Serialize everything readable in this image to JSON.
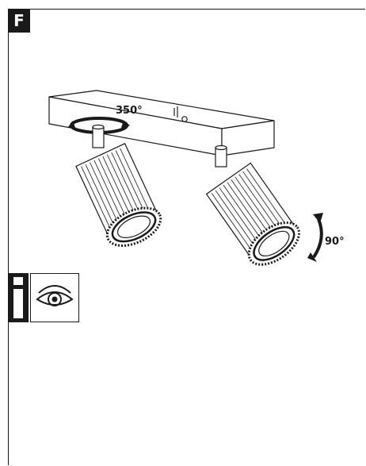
{
  "figure": {
    "section_letter": "F",
    "rotation_label": "350°",
    "tilt_label": "90°"
  },
  "colors": {
    "ink": "#1a1a1a",
    "paper": "#ffffff"
  },
  "icons": [
    "info-icon",
    "eye-icon",
    "rotation-arrow-icon",
    "tilt-arrow-icon"
  ]
}
